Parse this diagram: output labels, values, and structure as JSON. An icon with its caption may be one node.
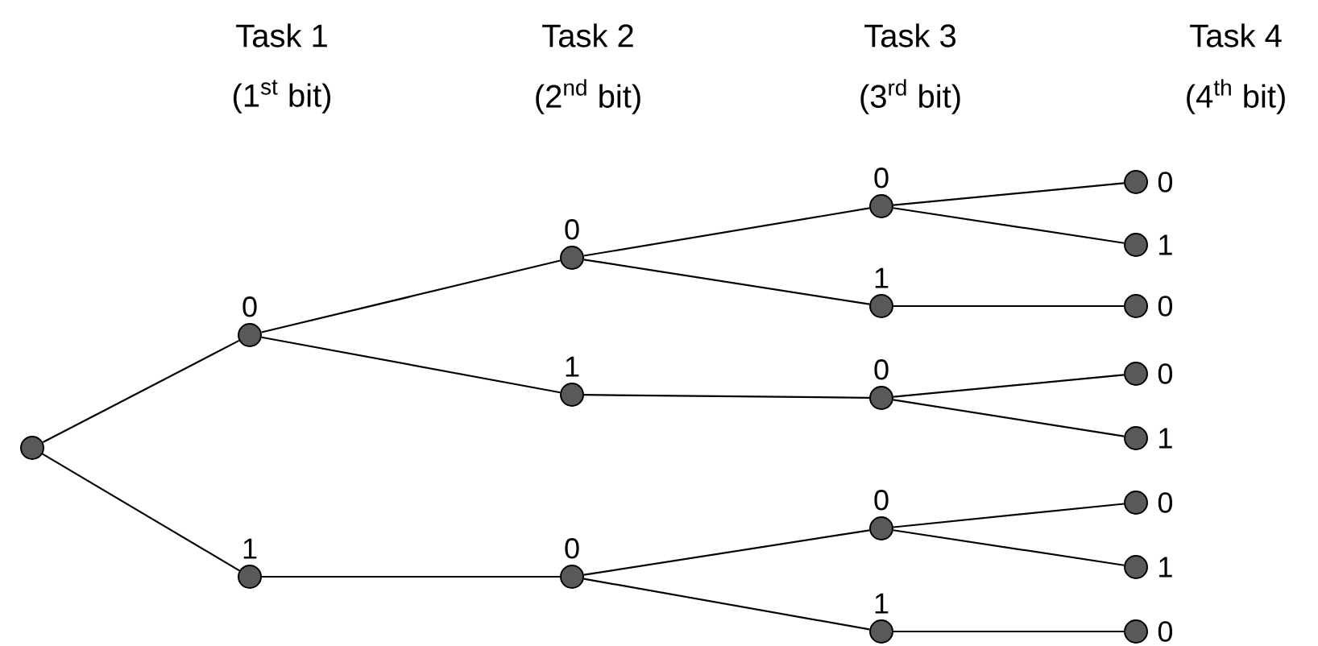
{
  "diagram": {
    "nodes": [
      {
        "text": [],
        "shape": "circle"
      },
      {
        "text": [],
        "shape": "circle",
        "beside": [
          "0"
        ]
      },
      {
        "text": [],
        "shape": "circle",
        "beside": [
          "1"
        ]
      },
      {
        "text": [],
        "shape": "circle",
        "beside": [
          "0"
        ]
      },
      {
        "text": [],
        "shape": "circle",
        "beside": [
          "1"
        ]
      },
      {
        "text": [],
        "shape": "circle",
        "beside": [
          "0"
        ]
      },
      {
        "text": [],
        "shape": "circle",
        "beside": [
          "0"
        ]
      },
      {
        "text": [],
        "shape": "circle",
        "beside": [
          "1"
        ]
      },
      {
        "text": [],
        "shape": "circle",
        "beside": [
          "0"
        ]
      },
      {
        "text": [],
        "shape": "circle",
        "beside": [
          "0"
        ]
      },
      {
        "text": [],
        "shape": "circle",
        "beside": [
          "1"
        ]
      },
      {
        "text": [],
        "shape": "circle",
        "beside": [
          "0"
        ]
      },
      {
        "text": [],
        "shape": "circle",
        "beside": [
          "1"
        ]
      },
      {
        "text": [],
        "shape": "circle",
        "beside": [
          "0"
        ]
      },
      {
        "text": [],
        "shape": "circle",
        "beside": [
          "0"
        ]
      },
      {
        "text": [],
        "shape": "circle",
        "beside": [
          "1"
        ]
      },
      {
        "text": [],
        "shape": "circle",
        "beside": [
          "0"
        ]
      },
      {
        "text": [],
        "shape": "circle",
        "beside": [
          "1"
        ]
      },
      {
        "text": [],
        "shape": "circle",
        "beside": [
          "0"
        ]
      }
    ],
    "edges": [
      {
        "from": 0,
        "to": 1,
        "arrow": "none"
      },
      {
        "from": 0,
        "to": 2,
        "arrow": "none"
      },
      {
        "from": 1,
        "to": 3,
        "arrow": "none"
      },
      {
        "from": 1,
        "to": 4,
        "arrow": "none"
      },
      {
        "from": 2,
        "to": 5,
        "arrow": "none"
      },
      {
        "from": 3,
        "to": 6,
        "arrow": "none"
      },
      {
        "from": 3,
        "to": 7,
        "arrow": "none"
      },
      {
        "from": 4,
        "to": 8,
        "arrow": "none"
      },
      {
        "from": 5,
        "to": 9,
        "arrow": "none"
      },
      {
        "from": 5,
        "to": 10,
        "arrow": "none"
      },
      {
        "from": 6,
        "to": 11,
        "arrow": "none"
      },
      {
        "from": 6,
        "to": 12,
        "arrow": "none"
      },
      {
        "from": 7,
        "to": 13,
        "arrow": "none"
      },
      {
        "from": 8,
        "to": 14,
        "arrow": "none"
      },
      {
        "from": 8,
        "to": 15,
        "arrow": "none"
      },
      {
        "from": 9,
        "to": 16,
        "arrow": "none"
      },
      {
        "from": 9,
        "to": 17,
        "arrow": "none"
      },
      {
        "from": 10,
        "to": 18,
        "arrow": "none"
      }
    ],
    "labels": [
      "Task 1",
      "Task 2",
      "Task 3",
      "Task 4",
      "(1$^{st}$ bit)",
      "(2$^{nd}$ bit)",
      "(3$^{rd}$ bit)",
      "(4$^{th}$ bit)"
    ]
  }
}
